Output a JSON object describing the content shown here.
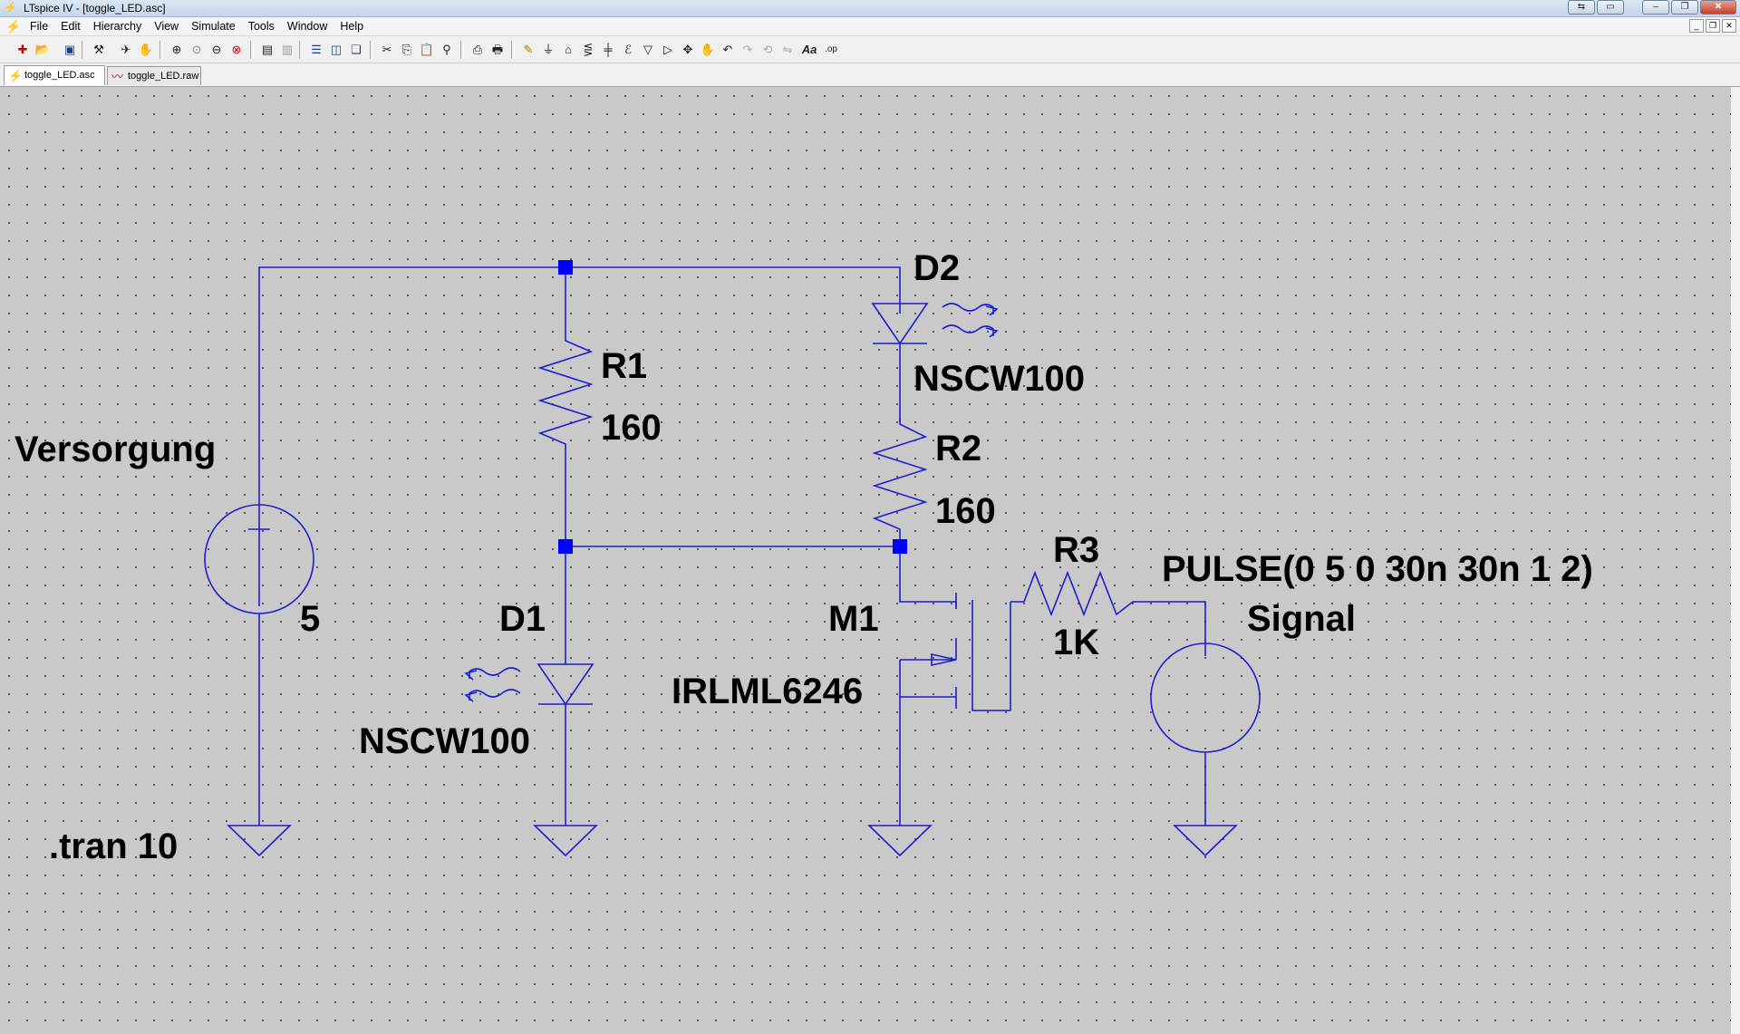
{
  "window": {
    "title": "LTspice IV - [toggle_LED.asc]"
  },
  "menu": [
    "File",
    "Edit",
    "Hierarchy",
    "View",
    "Simulate",
    "Tools",
    "Window",
    "Help"
  ],
  "tabs": [
    {
      "label": "toggle_LED.asc",
      "active": true
    },
    {
      "label": "toggle_LED.raw",
      "active": false
    }
  ],
  "toolbar_icons": [
    "new-schematic-icon",
    "open-icon",
    "save-icon",
    "control-panel-icon",
    "run-icon",
    "halt-icon",
    "zoom-in-icon",
    "zoom-pan-icon",
    "zoom-out-icon",
    "zoom-fit-icon",
    "autoscale-icon",
    "trace-icon",
    "tile-horizontal-icon",
    "tile-vertical-icon",
    "cascade-icon",
    "cut-icon",
    "copy-icon",
    "paste-icon",
    "find-icon",
    "print-setup-icon",
    "print-icon",
    "draw-wire-icon",
    "ground-icon",
    "label-net-icon",
    "resistor-icon",
    "capacitor-icon",
    "inductor-icon",
    "diode-icon",
    "component-icon",
    "move-icon",
    "drag-icon",
    "undo-icon",
    "redo-icon",
    "rotate-icon",
    "mirror-icon",
    "text-icon",
    "spice-directive-icon"
  ],
  "schematic": {
    "wire_color": "#1e1ed0",
    "junction_color": "#0000ff",
    "background": "#c8c8c8",
    "labels": {
      "source_name": "Versorgung",
      "source_value": "5",
      "r1_name": "R1",
      "r1_value": "160",
      "d1_name": "D1",
      "d1_value": "NSCW100",
      "d2_name": "D2",
      "d2_value": "NSCW100",
      "r2_name": "R2",
      "r2_value": "160",
      "m1_name": "M1",
      "m1_value": "IRLML6246",
      "r3_name": "R3",
      "r3_value": "1K",
      "pulse": "PULSE(0 5 0 30n 30n 1 2)",
      "signal_name": "Signal",
      "directive": ".tran 10"
    }
  }
}
